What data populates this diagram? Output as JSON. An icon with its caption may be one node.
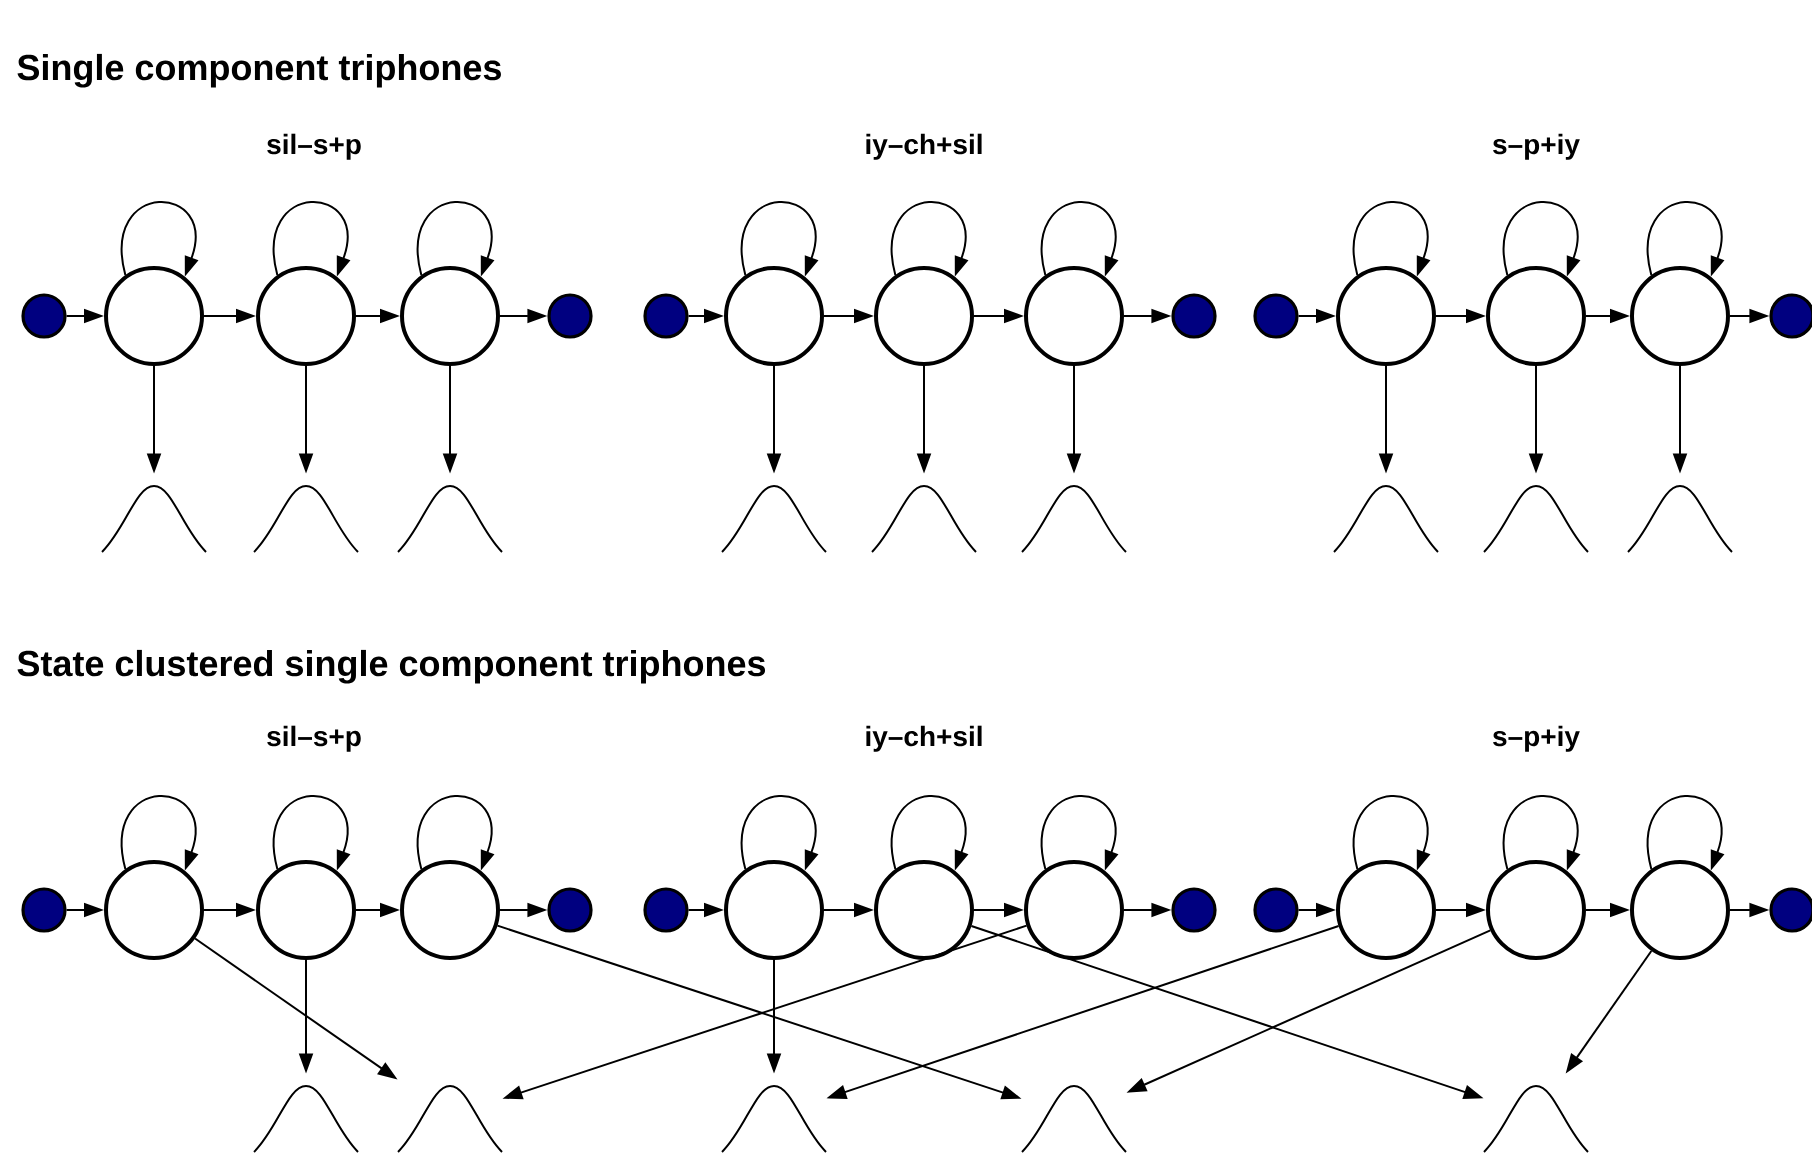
{
  "diagram": {
    "nodes": [
      {
        "text": [],
        "shape": "circle"
      },
      {
        "text": [],
        "shape": "circle"
      },
      {
        "text": [],
        "shape": "circle"
      },
      {
        "text": [],
        "shape": "circle"
      },
      {
        "text": [],
        "shape": "circle"
      },
      {
        "text": [],
        "shape": "circle"
      },
      {
        "text": [],
        "shape": "circle"
      },
      {
        "text": [],
        "shape": "circle"
      },
      {
        "text": [],
        "shape": "circle"
      },
      {
        "text": [],
        "shape": "circle"
      },
      {
        "text": [],
        "shape": "circle"
      },
      {
        "text": [],
        "shape": "circle"
      },
      {
        "text": [],
        "shape": "circle"
      },
      {
        "text": [],
        "shape": "circle"
      },
      {
        "text": [],
        "shape": "circle"
      },
      {
        "text": [],
        "shape": "bell"
      },
      {
        "text": [],
        "shape": "bell"
      },
      {
        "text": [],
        "shape": "bell"
      },
      {
        "text": [],
        "shape": "bell"
      },
      {
        "text": [],
        "shape": "bell"
      },
      {
        "text": [],
        "shape": "bell"
      },
      {
        "text": [],
        "shape": "bell"
      },
      {
        "text": [],
        "shape": "bell"
      },
      {
        "text": [],
        "shape": "bell"
      },
      {
        "text": [],
        "shape": "circle"
      },
      {
        "text": [],
        "shape": "circle"
      },
      {
        "text": [],
        "shape": "circle"
      },
      {
        "text": [],
        "shape": "circle"
      },
      {
        "text": [],
        "shape": "circle"
      },
      {
        "text": [],
        "shape": "circle"
      },
      {
        "text": [],
        "shape": "circle"
      },
      {
        "text": [],
        "shape": "circle"
      },
      {
        "text": [],
        "shape": "circle"
      },
      {
        "text": [],
        "shape": "circle"
      },
      {
        "text": [],
        "shape": "circle"
      },
      {
        "text": [],
        "shape": "circle"
      },
      {
        "text": [],
        "shape": "circle"
      },
      {
        "text": [],
        "shape": "circle"
      },
      {
        "text": [],
        "shape": "circle"
      },
      {
        "text": [],
        "shape": "bell"
      },
      {
        "text": [],
        "shape": "bell"
      },
      {
        "text": [],
        "shape": "bell"
      },
      {
        "text": [],
        "shape": "bell"
      },
      {
        "text": [],
        "shape": "bell"
      }
    ],
    "edges": [
      {
        "from": 0,
        "to": 1,
        "arrow": "to"
      },
      {
        "from": 1,
        "to": 1,
        "arrow": "to"
      },
      {
        "from": 1,
        "to": 2,
        "arrow": "to"
      },
      {
        "from": 2,
        "to": 2,
        "arrow": "to"
      },
      {
        "from": 2,
        "to": 3,
        "arrow": "to"
      },
      {
        "from": 3,
        "to": 3,
        "arrow": "to"
      },
      {
        "from": 3,
        "to": 4,
        "arrow": "to"
      },
      {
        "from": 1,
        "to": 15,
        "arrow": "to"
      },
      {
        "from": 2,
        "to": 16,
        "arrow": "to"
      },
      {
        "from": 3,
        "to": 17,
        "arrow": "to"
      },
      {
        "from": 5,
        "to": 6,
        "arrow": "to"
      },
      {
        "from": 6,
        "to": 6,
        "arrow": "to"
      },
      {
        "from": 6,
        "to": 7,
        "arrow": "to"
      },
      {
        "from": 7,
        "to": 7,
        "arrow": "to"
      },
      {
        "from": 7,
        "to": 8,
        "arrow": "to"
      },
      {
        "from": 8,
        "to": 8,
        "arrow": "to"
      },
      {
        "from": 8,
        "to": 9,
        "arrow": "to"
      },
      {
        "from": 6,
        "to": 18,
        "arrow": "to"
      },
      {
        "from": 7,
        "to": 19,
        "arrow": "to"
      },
      {
        "from": 8,
        "to": 20,
        "arrow": "to"
      },
      {
        "from": 10,
        "to": 11,
        "arrow": "to"
      },
      {
        "from": 11,
        "to": 11,
        "arrow": "to"
      },
      {
        "from": 11,
        "to": 12,
        "arrow": "to"
      },
      {
        "from": 12,
        "to": 12,
        "arrow": "to"
      },
      {
        "from": 12,
        "to": 13,
        "arrow": "to"
      },
      {
        "from": 13,
        "to": 13,
        "arrow": "to"
      },
      {
        "from": 13,
        "to": 14,
        "arrow": "to"
      },
      {
        "from": 11,
        "to": 21,
        "arrow": "to"
      },
      {
        "from": 12,
        "to": 22,
        "arrow": "to"
      },
      {
        "from": 13,
        "to": 23,
        "arrow": "to"
      },
      {
        "from": 24,
        "to": 25,
        "arrow": "to"
      },
      {
        "from": 25,
        "to": 25,
        "arrow": "to"
      },
      {
        "from": 25,
        "to": 26,
        "arrow": "to"
      },
      {
        "from": 26,
        "to": 26,
        "arrow": "to"
      },
      {
        "from": 26,
        "to": 27,
        "arrow": "to"
      },
      {
        "from": 27,
        "to": 27,
        "arrow": "to"
      },
      {
        "from": 27,
        "to": 28,
        "arrow": "to"
      },
      {
        "from": 29,
        "to": 30,
        "arrow": "to"
      },
      {
        "from": 30,
        "to": 30,
        "arrow": "to"
      },
      {
        "from": 30,
        "to": 31,
        "arrow": "to"
      },
      {
        "from": 31,
        "to": 31,
        "arrow": "to"
      },
      {
        "from": 31,
        "to": 32,
        "arrow": "to"
      },
      {
        "from": 32,
        "to": 32,
        "arrow": "to"
      },
      {
        "from": 32,
        "to": 33,
        "arrow": "to"
      },
      {
        "from": 34,
        "to": 35,
        "arrow": "to"
      },
      {
        "from": 35,
        "to": 35,
        "arrow": "to"
      },
      {
        "from": 35,
        "to": 36,
        "arrow": "to"
      },
      {
        "from": 36,
        "to": 36,
        "arrow": "to"
      },
      {
        "from": 36,
        "to": 37,
        "arrow": "to"
      },
      {
        "from": 37,
        "to": 37,
        "arrow": "to"
      },
      {
        "from": 37,
        "to": 38,
        "arrow": "to"
      },
      {
        "from": 25,
        "to": 40,
        "arrow": "to"
      },
      {
        "from": 26,
        "to": 39,
        "arrow": "to"
      },
      {
        "from": 27,
        "to": 42,
        "arrow": "to"
      },
      {
        "from": 30,
        "to": 41,
        "arrow": "to"
      },
      {
        "from": 31,
        "to": 43,
        "arrow": "to"
      },
      {
        "from": 32,
        "to": 40,
        "arrow": "to"
      },
      {
        "from": 35,
        "to": 41,
        "arrow": "to"
      },
      {
        "from": 36,
        "to": 42,
        "arrow": "to"
      },
      {
        "from": 37,
        "to": 43,
        "arrow": "to"
      }
    ],
    "labels": [
      "Single component triphones",
      "sil–s+p",
      "iy–ch+sil",
      "s–p+iy",
      "State clustered single component triphones",
      "sil–s+p",
      "iy–ch+sil",
      "s–p+iy"
    ]
  }
}
